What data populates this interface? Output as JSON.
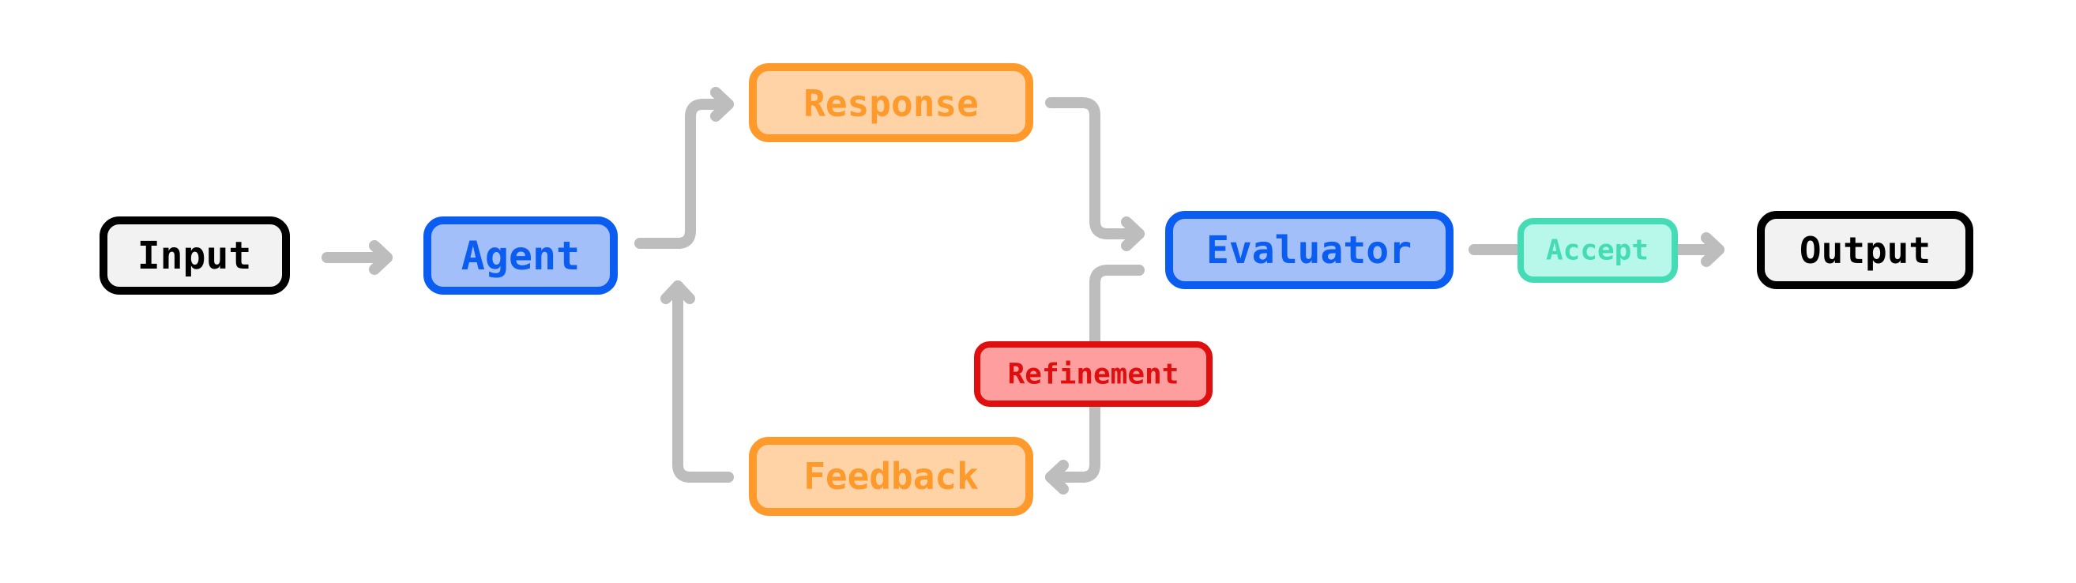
{
  "nodes": {
    "input": {
      "label": "Input"
    },
    "agent": {
      "label": "Agent"
    },
    "response": {
      "label": "Response"
    },
    "feedback": {
      "label": "Feedback"
    },
    "evaluator": {
      "label": "Evaluator"
    },
    "output": {
      "label": "Output"
    }
  },
  "edge_labels": {
    "refinement": "Refinement",
    "accept": "Accept"
  },
  "colors": {
    "terminal_border": "#000000",
    "terminal_fill": "#f2f2f2",
    "process_border": "#0b5cf0",
    "process_fill": "#a3bff9",
    "process_text": "#0b5cf0",
    "output_border": "#fd9a2b",
    "output_fill": "#ffd3a6",
    "output_text": "#fd9a2b",
    "refinement_border": "#e00f0f",
    "refinement_fill": "#fe9e9e",
    "refinement_text": "#e00f0f",
    "accept_border": "#45dbb4",
    "accept_fill": "#b8f8ea",
    "accept_text": "#45dbb4",
    "connector": "#bdbdbd"
  }
}
